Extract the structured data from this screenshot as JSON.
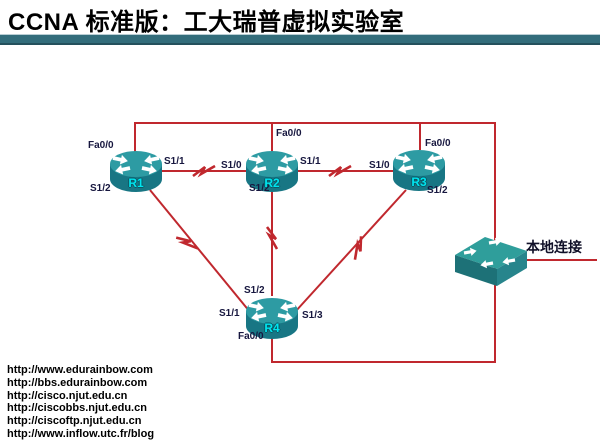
{
  "header": {
    "title": "CCNA 标准版：工大瑞普虚拟实验室"
  },
  "topology": {
    "routers": [
      {
        "name": "R1",
        "interfaces": {
          "fa": "Fa0/0",
          "right": "S1/1",
          "down": "S1/2"
        }
      },
      {
        "name": "R2",
        "interfaces": {
          "fa": "Fa0/0",
          "left": "S1/0",
          "right": "S1/1",
          "down": "S1/2"
        }
      },
      {
        "name": "R3",
        "interfaces": {
          "fa": "Fa0/0",
          "left": "S1/0",
          "down": "S1/2"
        }
      },
      {
        "name": "R4",
        "interfaces": {
          "up": "S1/2",
          "left": "S1/1",
          "right": "S1/3",
          "fa": "Fa0/0"
        }
      }
    ],
    "local_connection": {
      "label": "本地连接"
    },
    "links": [
      {
        "type": "serial",
        "from": "R1 S1/1",
        "to": "R2 S1/0"
      },
      {
        "type": "serial",
        "from": "R2 S1/1",
        "to": "R3 S1/0"
      },
      {
        "type": "serial",
        "from": "R1 S1/2",
        "to": "R4 S1/1"
      },
      {
        "type": "serial",
        "from": "R2 S1/2",
        "to": "R4 S1/2"
      },
      {
        "type": "serial",
        "from": "R3 S1/2",
        "to": "R4 S1/3"
      },
      {
        "type": "ethernet",
        "from": "R1 Fa0/0, R2 Fa0/0, R3 Fa0/0, R4 Fa0/0",
        "to": "本地连接"
      }
    ]
  },
  "footer": {
    "urls": [
      "http://www.edurainbow.com",
      "http://bbs.edurainbow.com",
      "http://cisco.njut.edu.cn",
      "http://ciscobbs.njut.edu.cn",
      "http://ciscoftp.njut.edu.cn",
      "http://www.inflow.utc.fr/blog"
    ]
  },
  "colors": {
    "link_red": "#c0282e",
    "device_teal": "#2d9ba3",
    "title_bar_teal": "#336d7b",
    "router_name_cyan": "#00e4ee"
  }
}
